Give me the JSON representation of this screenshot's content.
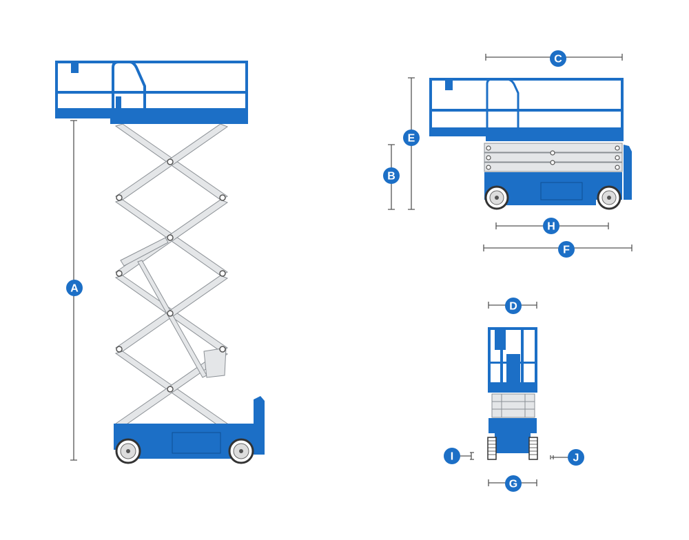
{
  "colors": {
    "accent": "#1c6fc6",
    "dimension_line": "#555555",
    "scissor": "#e4e6e8"
  },
  "dimension_labels": {
    "A": "A",
    "B": "B",
    "C": "C",
    "D": "D",
    "E": "E",
    "F": "F",
    "G": "G",
    "H": "H",
    "I": "I",
    "J": "J"
  }
}
